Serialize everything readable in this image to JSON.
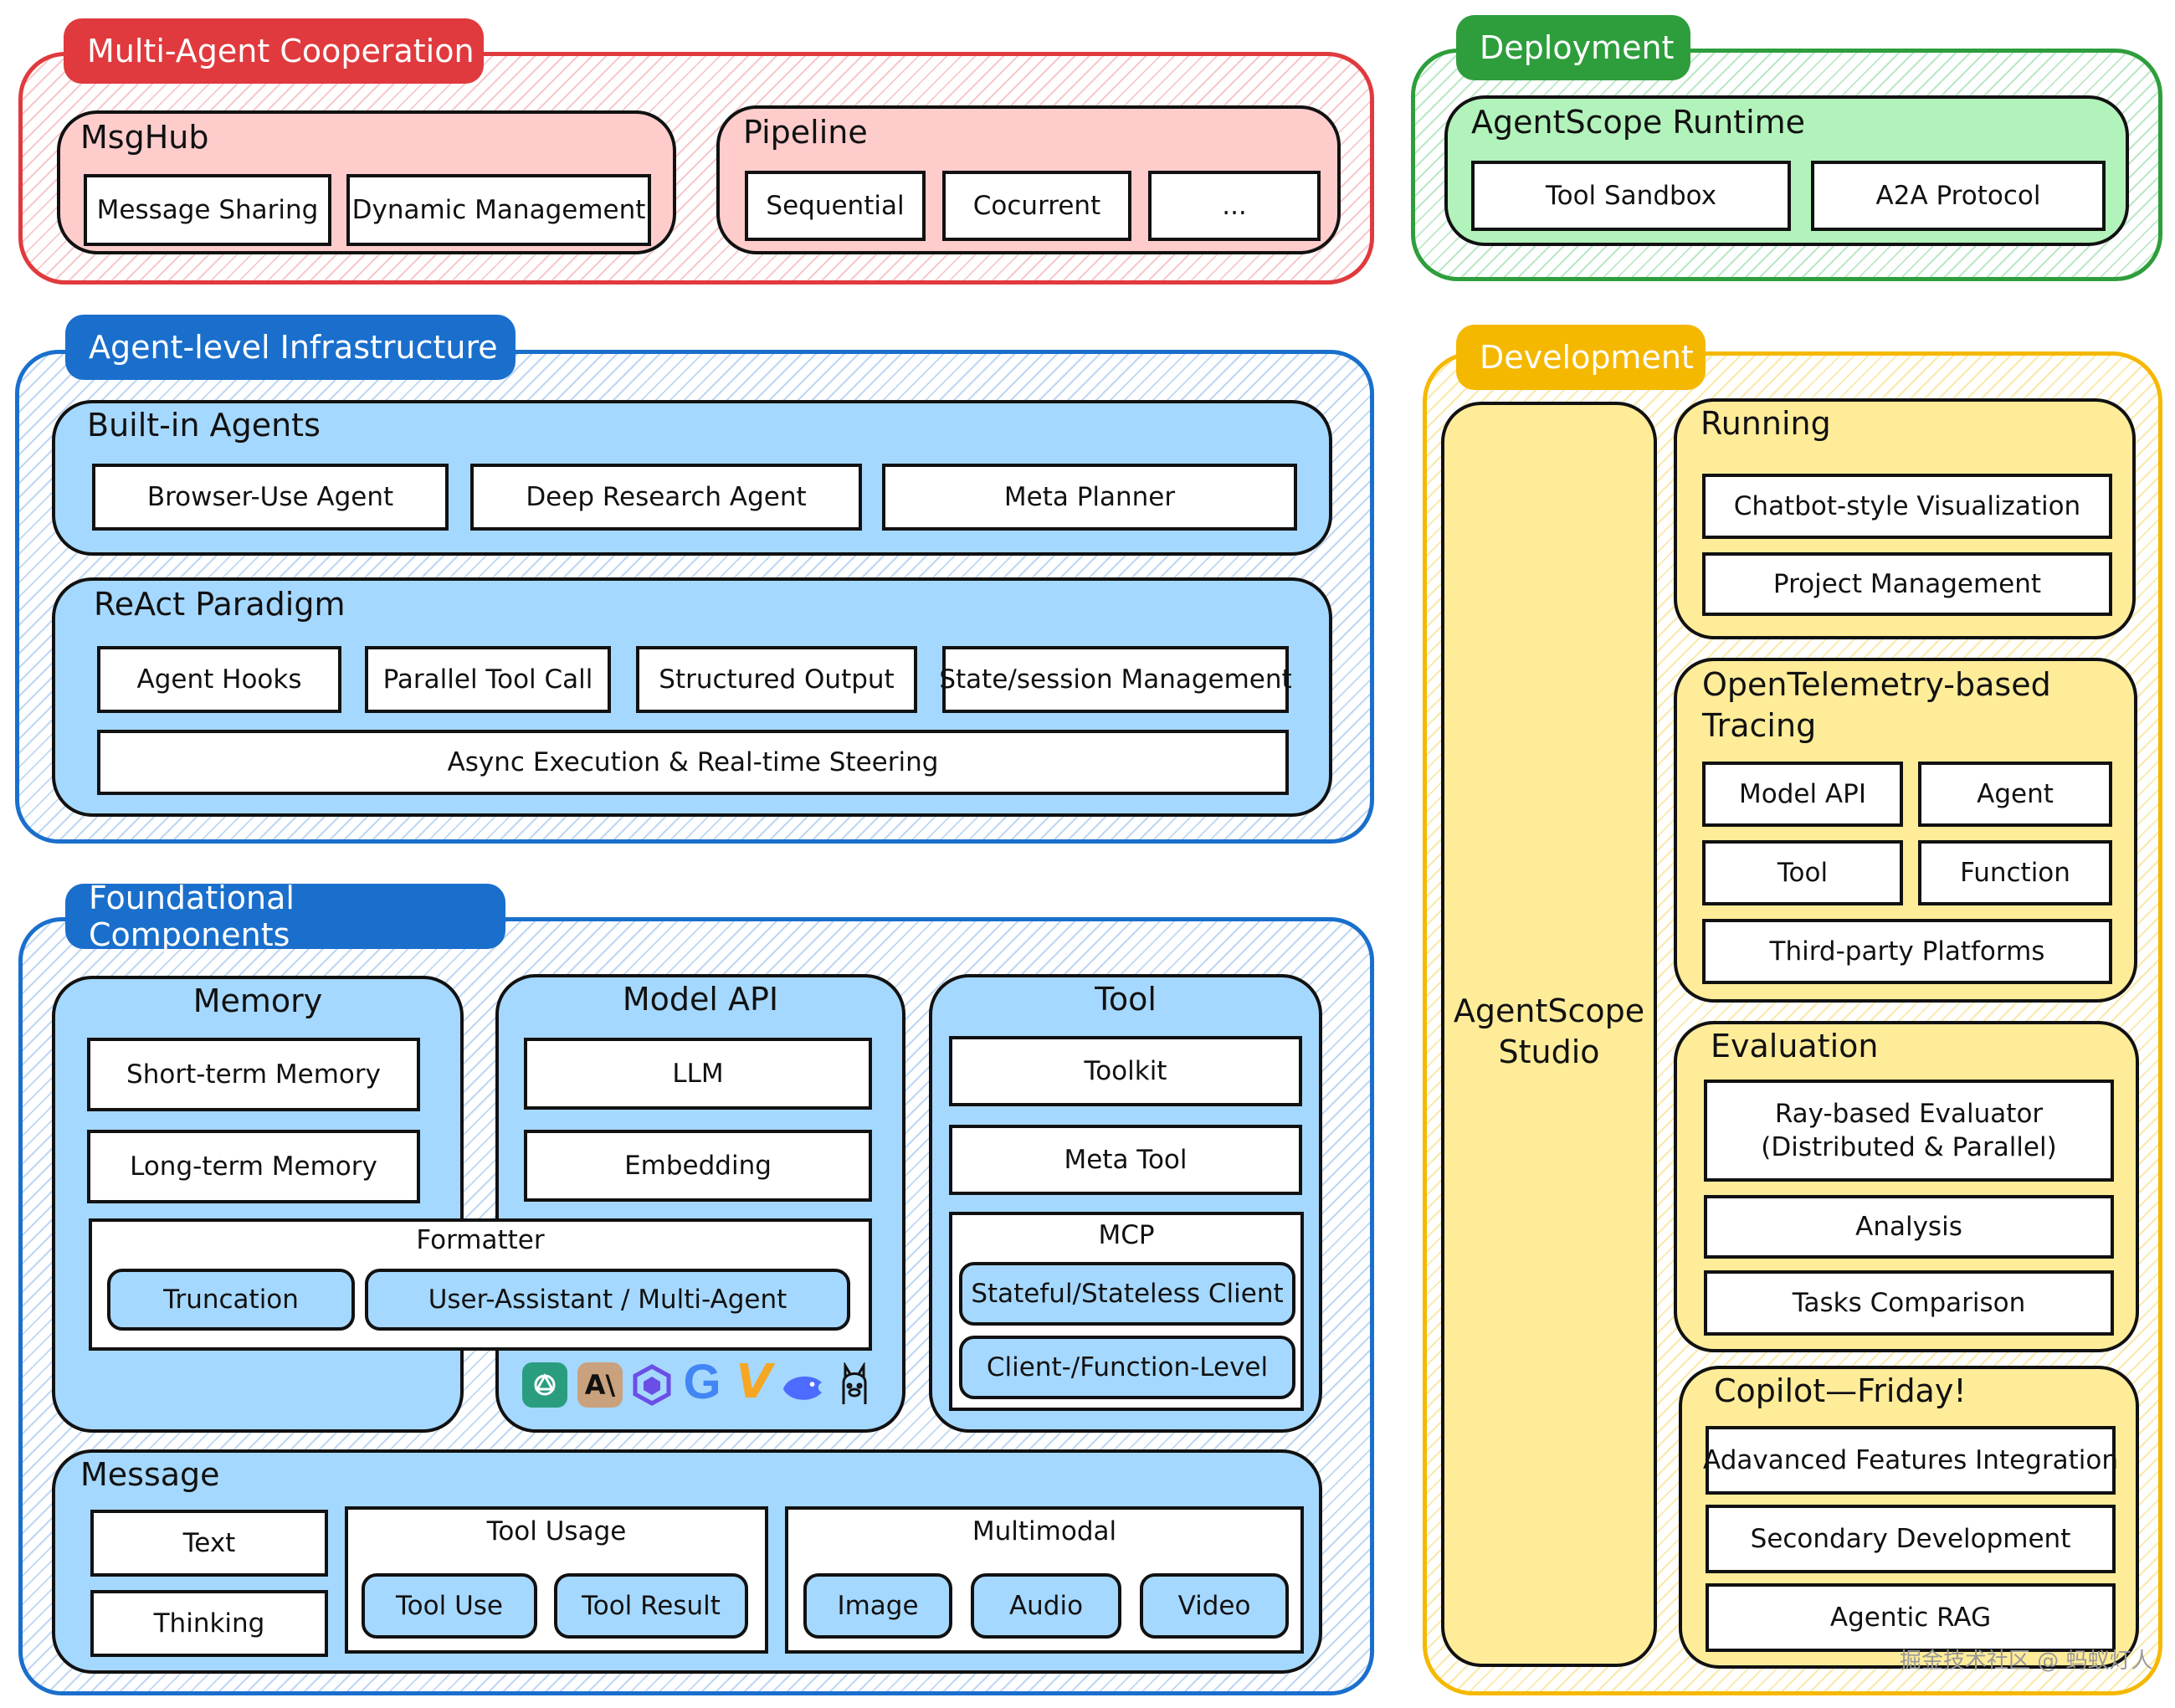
{
  "colors": {
    "red": "#e03a3e",
    "red_fill": "#ffcccc",
    "green": "#2e9e3c",
    "green_fill": "#b2f2bb",
    "blue": "#1a6fcc",
    "blue_fill": "#a5d8ff",
    "yellow": "#f5b800",
    "yellow_fill": "#ffec99"
  },
  "multi_agent": {
    "tag": "Multi-Agent Cooperation",
    "msghub": {
      "title": "MsgHub",
      "items": [
        "Message Sharing",
        "Dynamic Management"
      ]
    },
    "pipeline": {
      "title": "Pipeline",
      "items": [
        "Sequential",
        "Cocurrent",
        "..."
      ]
    }
  },
  "deployment": {
    "tag": "Deployment",
    "runtime": {
      "title": "AgentScope Runtime",
      "items": [
        "Tool Sandbox",
        "A2A Protocol"
      ]
    }
  },
  "agent_infra": {
    "tag": "Agent-level Infrastructure",
    "builtin": {
      "title": "Built-in Agents",
      "items": [
        "Browser-Use Agent",
        "Deep Research Agent",
        "Meta Planner"
      ]
    },
    "react": {
      "title": "ReAct Paradigm",
      "items": [
        "Agent Hooks",
        "Parallel Tool Call",
        "Structured Output",
        "State/session Management"
      ],
      "wide": "Async Execution & Real-time Steering"
    }
  },
  "foundational": {
    "tag": "Foundational Components",
    "memory": {
      "title": "Memory",
      "items": [
        "Short-term Memory",
        "Long-term Memory"
      ]
    },
    "formatter": {
      "title": "Formatter",
      "items": [
        "Truncation",
        "User-Assistant / Multi-Agent"
      ]
    },
    "model_api": {
      "title": "Model API",
      "items": [
        "LLM",
        "Embedding"
      ]
    },
    "tool": {
      "title": "Tool",
      "items": [
        "Toolkit",
        "Meta Tool"
      ],
      "mcp": {
        "title": "MCP",
        "items": [
          "Stateful/Stateless Client",
          "Client-/Function-Level"
        ]
      }
    },
    "message": {
      "title": "Message",
      "items": [
        "Text",
        "Thinking"
      ],
      "tool_usage": {
        "title": "Tool Usage",
        "items": [
          "Tool Use",
          "Tool Result"
        ]
      },
      "multimodal": {
        "title": "Multimodal",
        "items": [
          "Image",
          "Audio",
          "Video"
        ]
      }
    },
    "provider_logos": [
      "openai-logo-icon",
      "anthropic-logo-icon",
      "qwen-logo-icon",
      "google-logo-icon",
      "vllm-logo-icon",
      "deepseek-logo-icon",
      "ollama-logo-icon"
    ],
    "anthropic_logo_text": "A\\",
    "google_logo_text": "G",
    "vllm_logo_text": "V"
  },
  "development": {
    "tag": "Development",
    "studio": "AgentScope\nStudio",
    "running": {
      "title": "Running",
      "items": [
        "Chatbot-style Visualization",
        "Project Management"
      ]
    },
    "tracing": {
      "title": "OpenTelemetry-based\nTracing",
      "items": [
        "Model API",
        "Agent",
        "Tool",
        "Function",
        "Third-party Platforms"
      ]
    },
    "evaluation": {
      "title": "Evaluation",
      "items": [
        "Ray-based Evaluator\n(Distributed & Parallel)",
        "Analysis",
        "Tasks Comparison"
      ]
    },
    "copilot": {
      "title": "Copilot—Friday!",
      "items": [
        "Adavanced Features Integration",
        "Secondary Development",
        "Agentic RAG"
      ]
    }
  },
  "watermark": "掘金技术社区 @ 蚂蚁灯人"
}
